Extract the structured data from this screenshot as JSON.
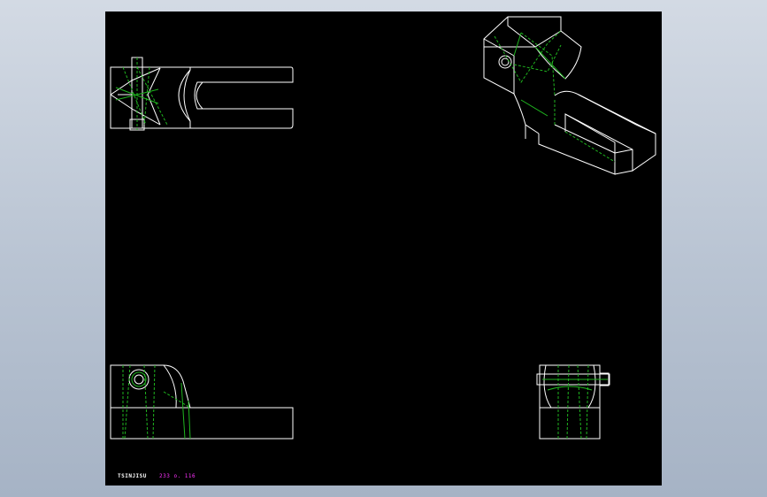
{
  "colors": {
    "canvas_background": "#000000",
    "workspace_gradient": "#b8c3d2",
    "object_edges": "#ffffff",
    "hidden_edges": "#1fb51f",
    "annotation_magenta": "#ff33ff"
  },
  "drawing": {
    "views": [
      "top-view",
      "isometric-view",
      "front-view",
      "side-view"
    ],
    "title_block_label": "TSINJISU",
    "scale_note": "233 o. 116"
  }
}
